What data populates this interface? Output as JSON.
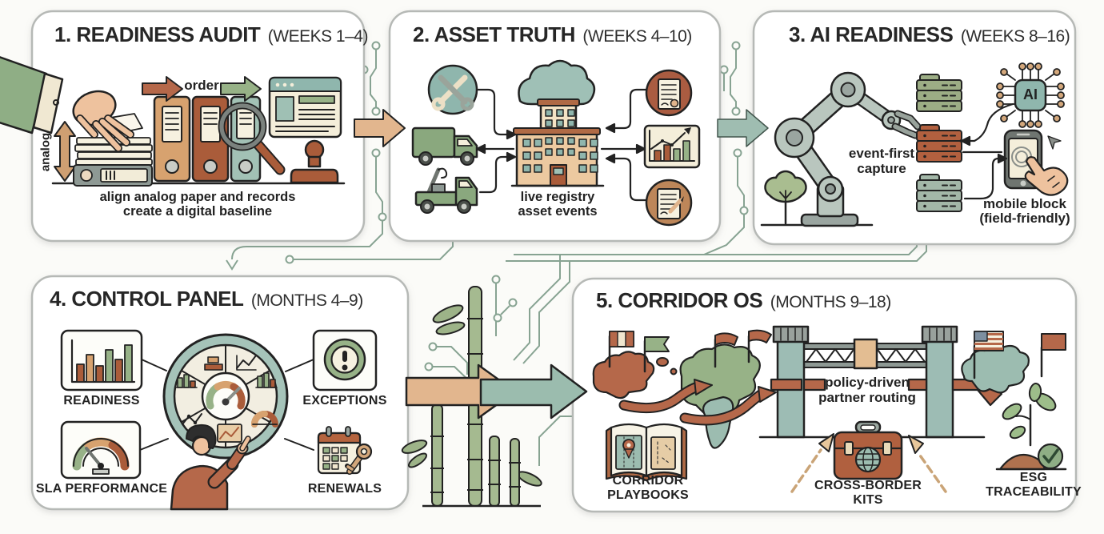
{
  "panels": [
    {
      "title": "1. READINESS AUDIT",
      "timeframe": "(WEEKS 1–4)",
      "analog_label": "analog",
      "order_label": "order",
      "caption_line1": "align analog paper and records",
      "caption_line2": "create a digital baseline"
    },
    {
      "title": "2. ASSET TRUTH",
      "timeframe": "(WEEKS 4–10)",
      "caption_line1": "live registry",
      "caption_line2": "asset events"
    },
    {
      "title": "3. AI READINESS",
      "timeframe": "(WEEKS 8–16)",
      "capture_line1": "event-first",
      "capture_line2": "capture",
      "chip_label": "AI",
      "mobile_line1": "mobile block",
      "mobile_line2": "(field-friendly)"
    },
    {
      "title": "4. CONTROL PANEL",
      "timeframe": "(MONTHS 4–9)",
      "readiness_label": "READINESS",
      "sla_label": "SLA PERFORMANCE",
      "exceptions_label": "EXCEPTIONS",
      "renewals_label": "RENEWALS"
    },
    {
      "title": "5. CORRIDOR OS",
      "timeframe": "(MONTHS 9–18)",
      "routing_line1": "policy-driven",
      "routing_line2": "partner routing",
      "playbooks_line1": "CORRIDOR",
      "playbooks_line2": "PLAYBOOKS",
      "kits_line1": "CROSS-BORDER",
      "kits_line2": "KITS",
      "esg_line1": "ESG",
      "esg_line2": "TRACEABILITY"
    }
  ],
  "colors": {
    "rust": "#b5684a",
    "tan_arrow": "#e2b68e",
    "sage_green": "#97b287",
    "teal": "#9dbcb4",
    "circuit_trace": "#87a392",
    "ink": "#222222",
    "panel_border": "#b6b9b6"
  }
}
